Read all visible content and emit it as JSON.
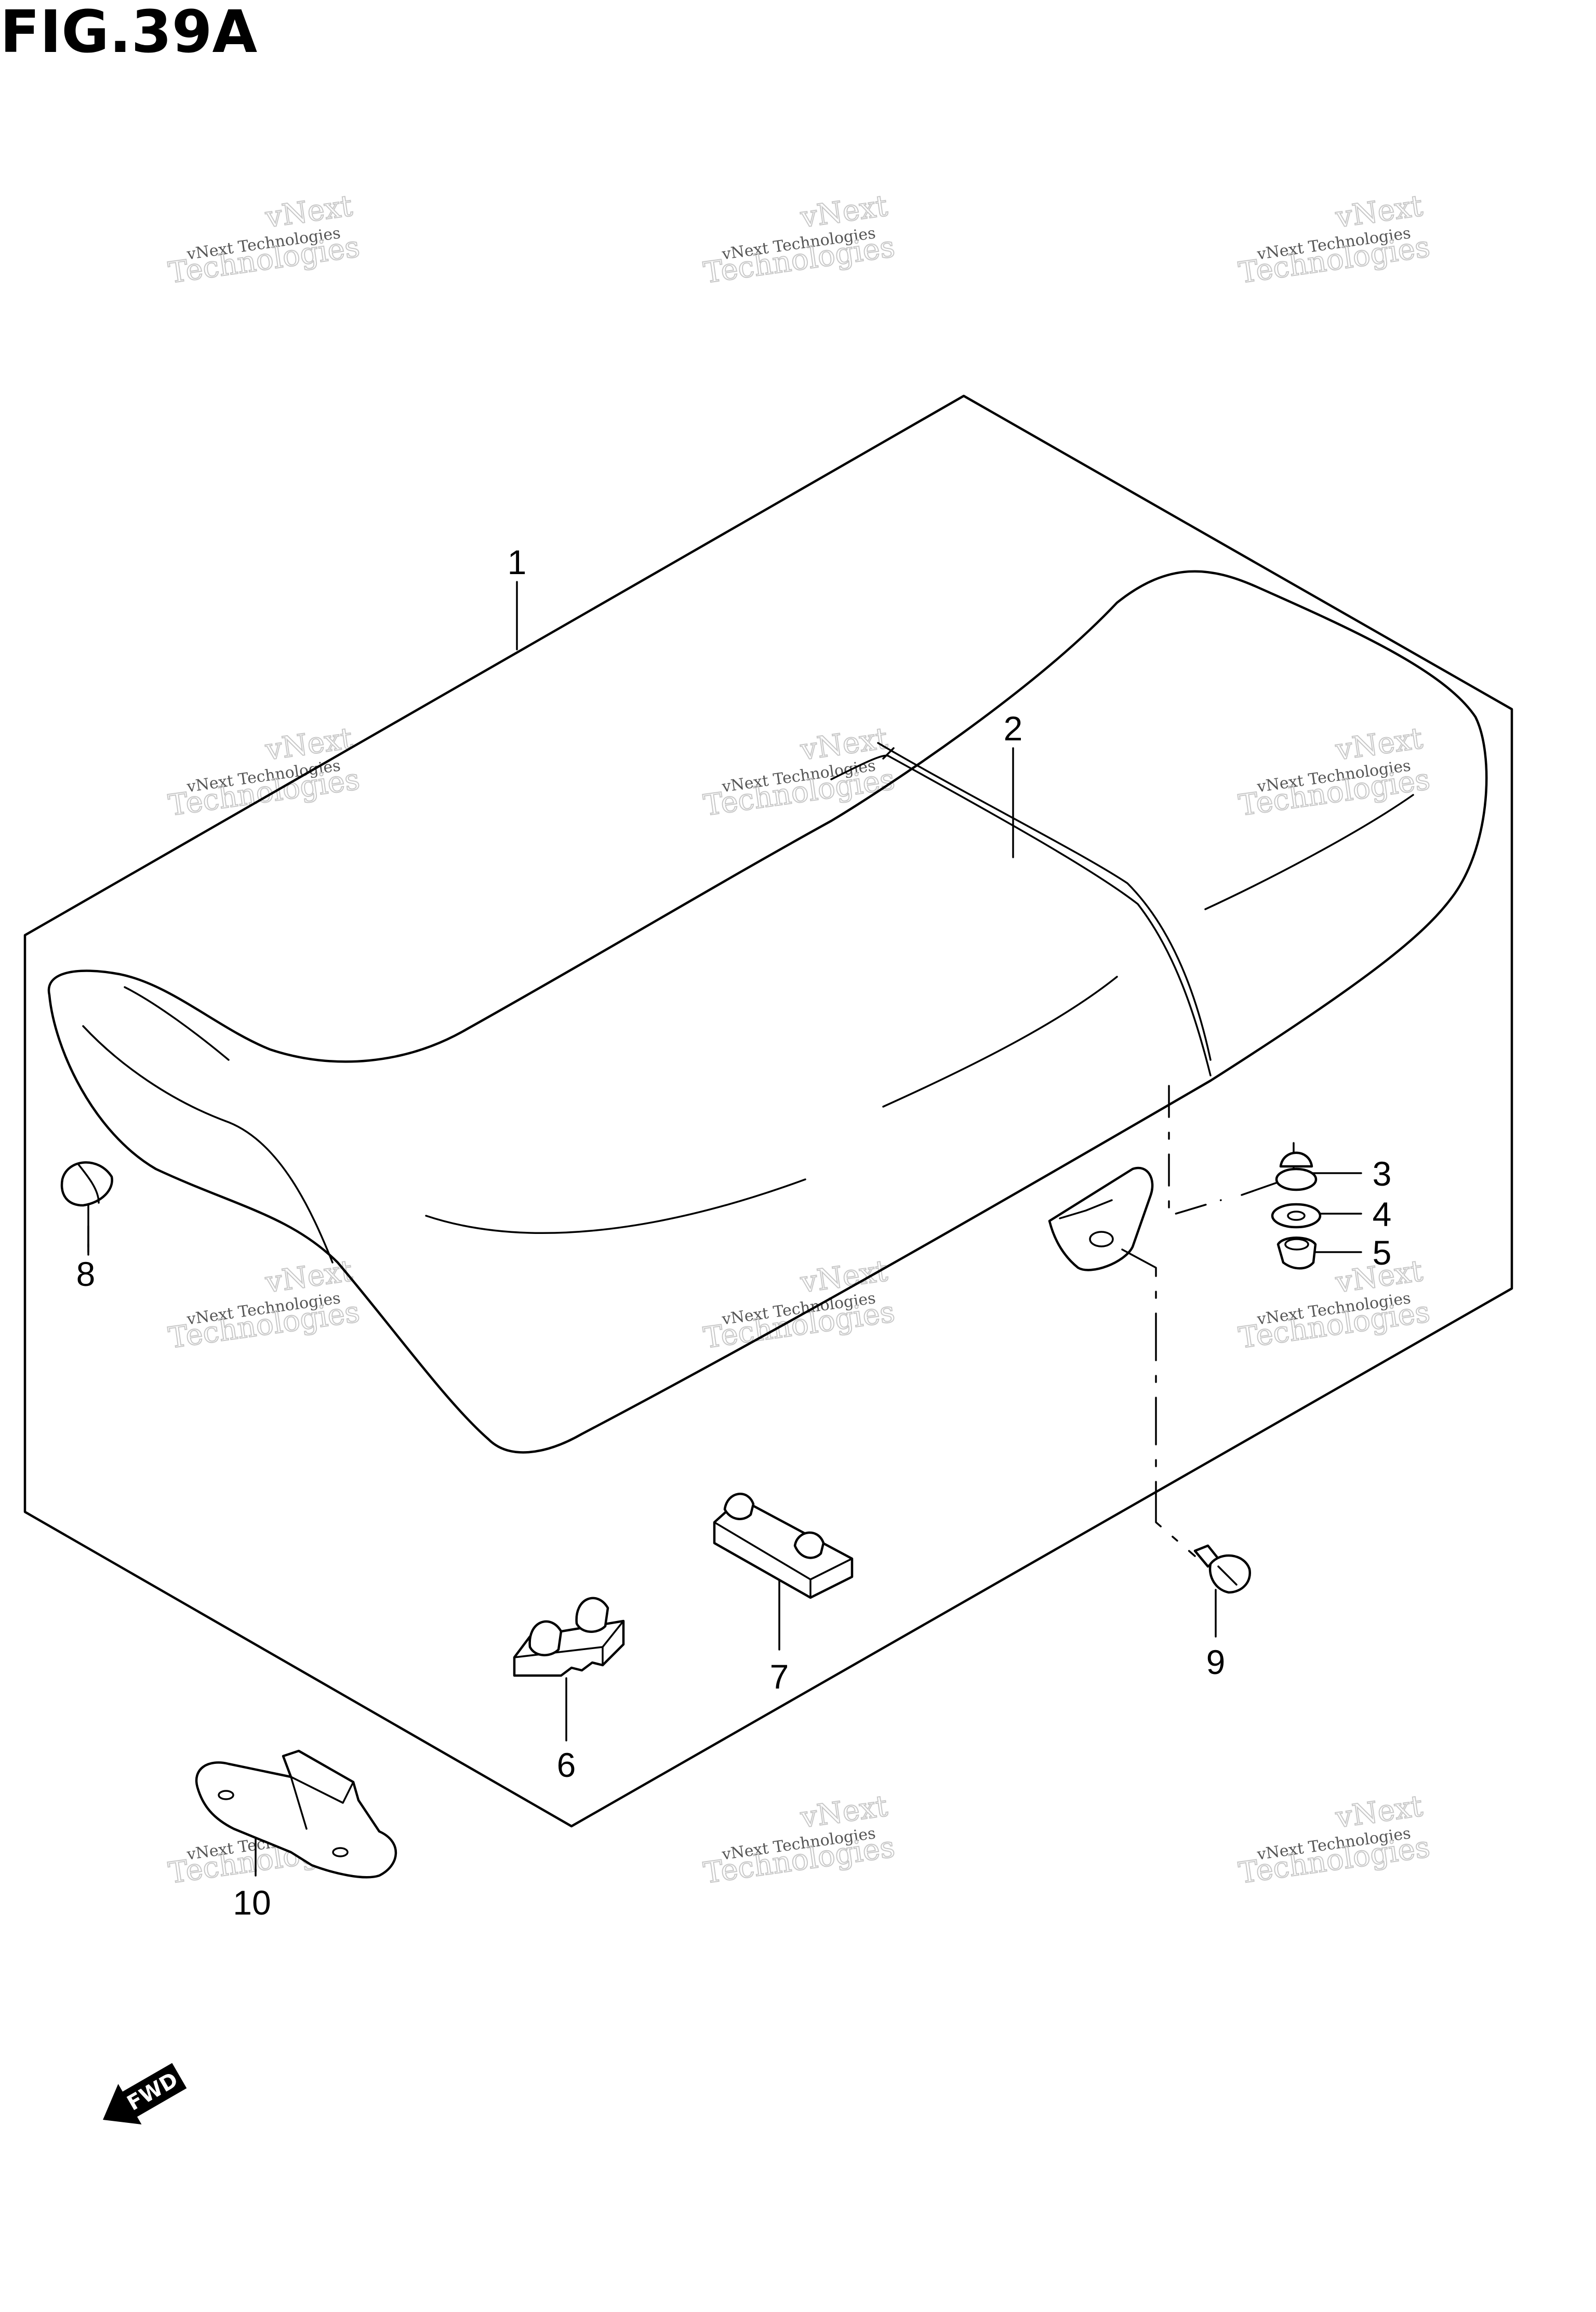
{
  "figure": {
    "title": "FIG.39A"
  },
  "callouts": [
    {
      "id": "1",
      "label": "1"
    },
    {
      "id": "2",
      "label": "2"
    },
    {
      "id": "3",
      "label": "3"
    },
    {
      "id": "4",
      "label": "4"
    },
    {
      "id": "5",
      "label": "5"
    },
    {
      "id": "6",
      "label": "6"
    },
    {
      "id": "7",
      "label": "7"
    },
    {
      "id": "8",
      "label": "8"
    },
    {
      "id": "9",
      "label": "9"
    },
    {
      "id": "10",
      "label": "10"
    }
  ],
  "watermark": {
    "line1": "vNext Technologies",
    "line2": "vNext",
    "line3": "Technologies"
  },
  "direction_marker": {
    "label": "FWD",
    "icon": "fwd-arrow-icon"
  },
  "colors": {
    "line": "#000000",
    "background": "#ffffff",
    "watermark": "#bdbdbd"
  }
}
